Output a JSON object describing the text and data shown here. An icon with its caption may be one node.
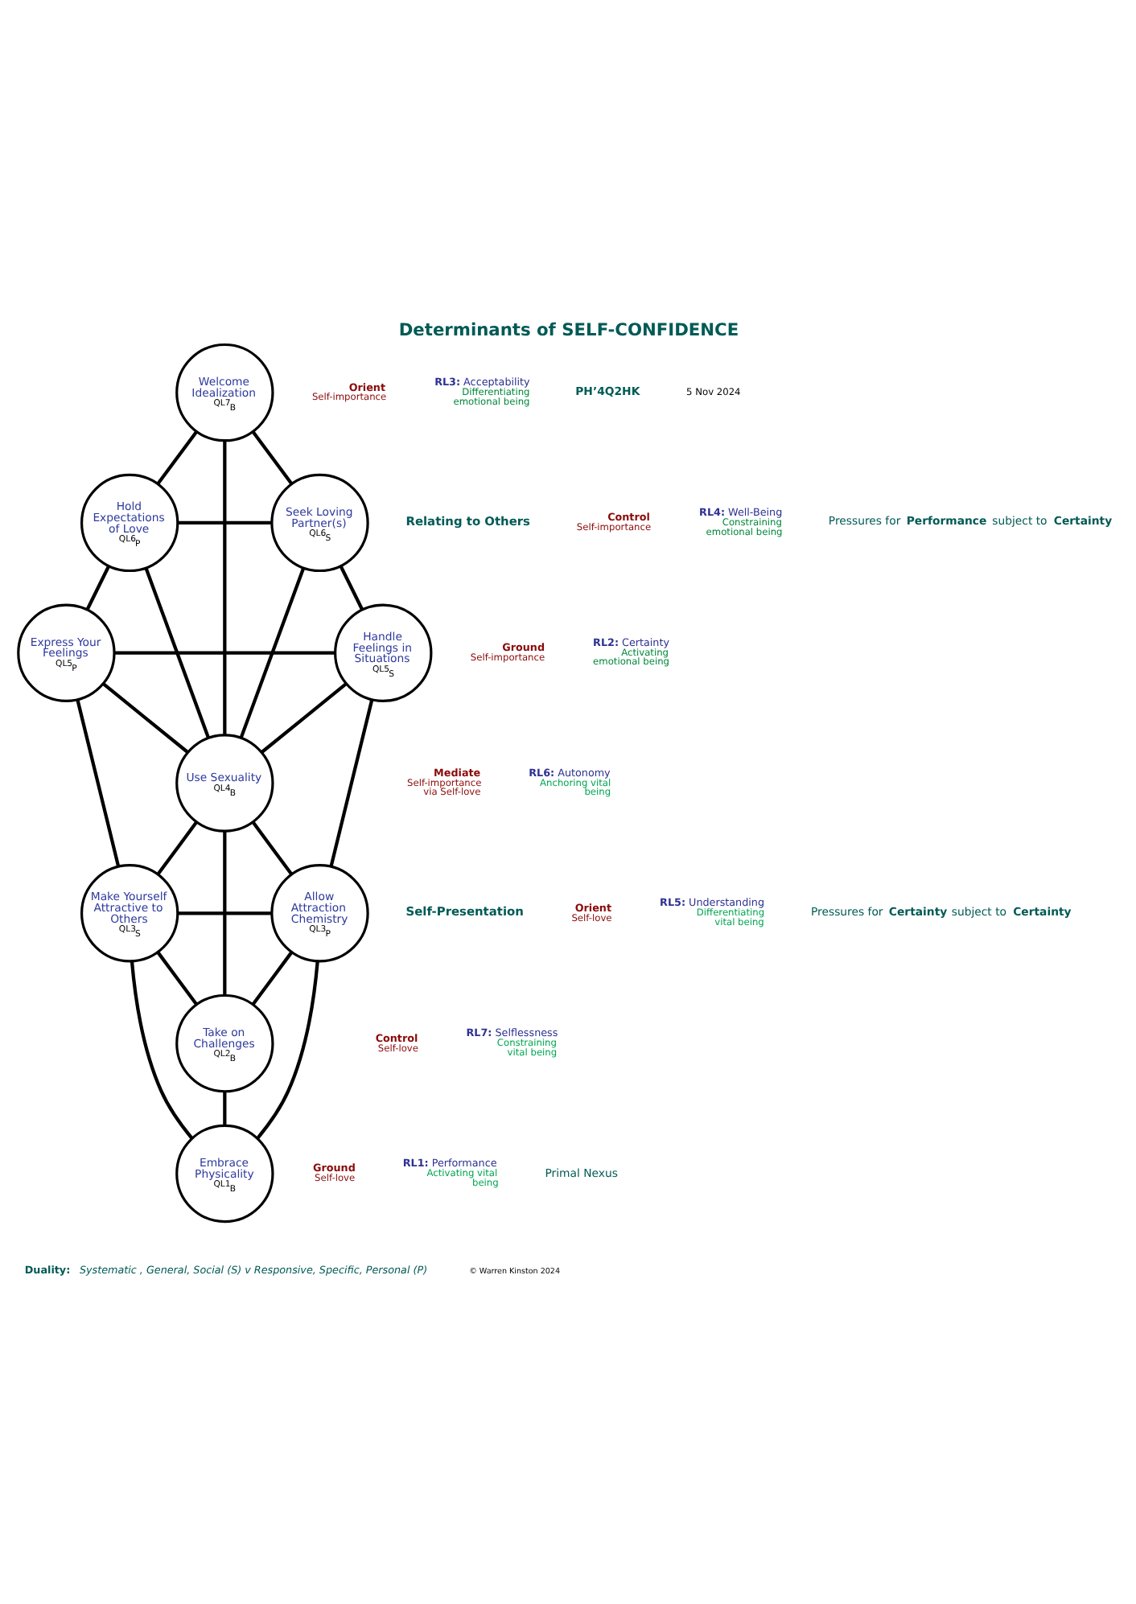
{
  "diagram": {
    "title": "Determinants of SELF-CONFIDENCE",
    "nodes": [
      {
        "text": [
          "Welcome Idealization",
          "QL7$_{B}$"
        ]
      },
      {
        "text": [
          "Hold Expectations of Love",
          "QL6$_{P}$"
        ]
      },
      {
        "text": [
          "Seek Loving Partner(s)",
          "QL6$_{S}$"
        ]
      },
      {
        "text": [
          "Express Your Feelings",
          "QL5$_{P}$"
        ]
      },
      {
        "text": [
          "Handle Feelings in Situations",
          "QL5$_{S}$"
        ]
      },
      {
        "text": [
          "Use Sexuality",
          "QL4$_{B}$"
        ]
      },
      {
        "text": [
          "Make Yourself Attractive to Others",
          "QL3$_{S}$"
        ]
      },
      {
        "text": [
          "Allow Attraction Chemistry",
          "QL3$_{P}$"
        ]
      },
      {
        "text": [
          "Take on Challenges",
          "QL2$_{B}$"
        ]
      },
      {
        "text": [
          "Embrace Physicality",
          "QL1$_{B}$"
        ]
      }
    ],
    "edges": [
      {
        "from": 0,
        "to": 1,
        "arrow": "none"
      },
      {
        "from": 0,
        "to": 5,
        "arrow": "none"
      },
      {
        "from": 0,
        "to": 2,
        "arrow": "none"
      },
      {
        "from": 1,
        "to": 2,
        "arrow": "none"
      },
      {
        "from": 1,
        "to": 3,
        "arrow": "none"
      },
      {
        "from": 1,
        "to": 5,
        "arrow": "none"
      },
      {
        "from": 2,
        "to": 4,
        "arrow": "none"
      },
      {
        "from": 2,
        "to": 5,
        "arrow": "none"
      },
      {
        "from": 3,
        "to": 4,
        "arrow": "none"
      },
      {
        "from": 3,
        "to": 5,
        "arrow": "none"
      },
      {
        "from": 3,
        "to": 6,
        "arrow": "none"
      },
      {
        "from": 4,
        "to": 5,
        "arrow": "none"
      },
      {
        "from": 4,
        "to": 7,
        "arrow": "none"
      },
      {
        "from": 5,
        "to": 6,
        "arrow": "none"
      },
      {
        "from": 5,
        "to": 7,
        "arrow": "none"
      },
      {
        "from": 5,
        "to": 8,
        "arrow": "none"
      },
      {
        "from": 6,
        "to": 7,
        "arrow": "none"
      },
      {
        "from": 6,
        "to": 8,
        "arrow": "none"
      },
      {
        "from": 6,
        "to": 9,
        "arrow": "none"
      },
      {
        "from": 7,
        "to": 8,
        "arrow": "none"
      },
      {
        "from": 7,
        "to": 9,
        "arrow": "none"
      },
      {
        "from": 8,
        "to": 9,
        "arrow": "none"
      }
    ],
    "labels": [
      "PH’4Q2HK",
      "5 Nov 2024",
      "Relating to Others",
      "Orient",
      "Self-importance",
      "**RL3:** Acceptability",
      "Differentiating emotional being",
      "Pressures for **Performance** subject to **Certainty**",
      "Control",
      "Self-importance",
      "**RL4:** Well-Being",
      "Constraining emotional being",
      "Ground",
      "Self-importance",
      "**RL2:** Certainty",
      "Activating emotional being",
      "Self-Presentation",
      "Mediate",
      "Self-importance via Self-love",
      "**RL6:** Autonomy",
      "Anchoring vital being",
      "Pressures for **Certainty** subject to **Certainty**",
      "Orient",
      "Self-love",
      "**RL5:** Understanding",
      "Differentiating vital being",
      "Control",
      "Self-love",
      "**RL7:** Selflessness",
      "Constraining vital being",
      "Ground",
      "Self-love",
      "Primal Nexus",
      "**RL1:** Performance",
      "Activating vital being",
      "Duality:",
      "Systematic , General, Social (S) v Responsive, Specific, Personal (P)",
      "© Warren Kinston 2024"
    ]
  }
}
